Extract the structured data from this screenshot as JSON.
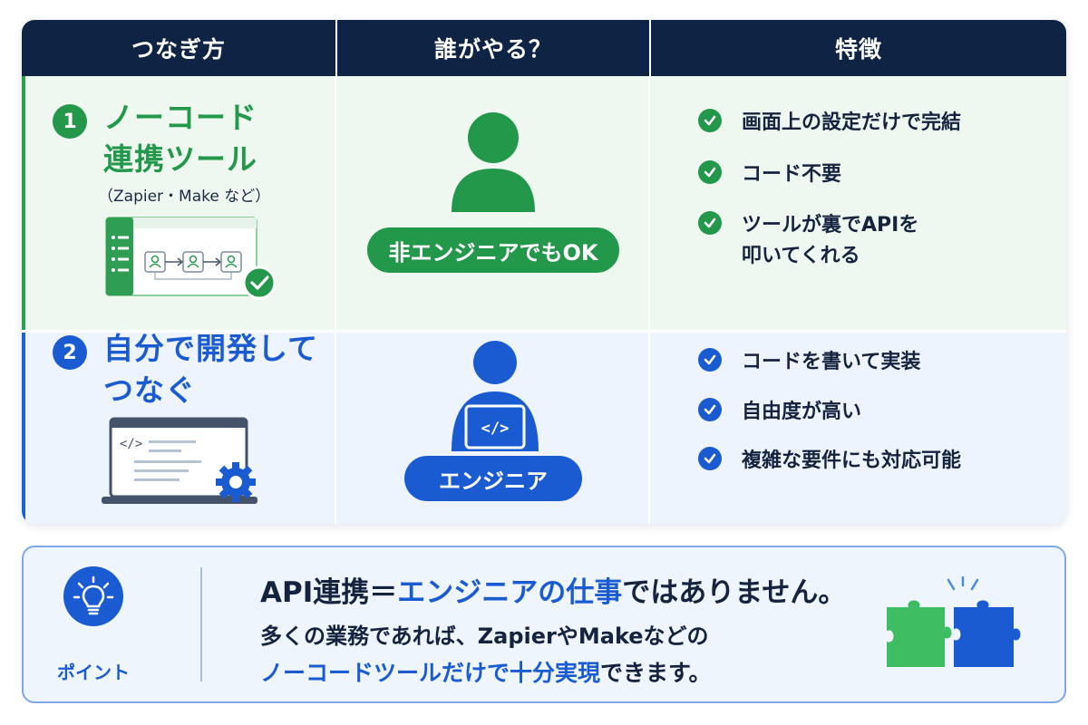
{
  "header": {
    "col1": "つなぎ方",
    "col2": "誰がやる？",
    "col3": "特徴"
  },
  "rows": [
    {
      "number": "1",
      "title_line1": "ノーコード",
      "title_line2": "連携ツール",
      "subtitle": "（Zapier・Make など）",
      "who": "非エンジニアでもOK",
      "features": [
        "画面上の設定だけで完結",
        "コード不要",
        "ツールが裏でAPIを\n叩いてくれる"
      ],
      "accent": "#23974a"
    },
    {
      "number": "2",
      "title_line1": "自分で開発して",
      "title_line2": "つなぐ",
      "who": "エンジニア",
      "code_symbol": "</>",
      "features": [
        "コードを書いて実装",
        "自由度が高い",
        "複雑な要件にも対応可能"
      ],
      "accent": "#1a5bd1"
    }
  ],
  "point": {
    "label": "ポイント",
    "line1_a": "API連携＝",
    "line1_highlight": "エンジニアの仕事",
    "line1_b": "ではありません。",
    "line2": "多くの業務であれば、ZapierやMakeなどの",
    "line3_highlight": "ノーコードツールだけで十分実現",
    "line3_b": "できます。"
  },
  "icons": {
    "row1_who": "person-icon",
    "row2_who": "developer-laptop-icon",
    "point": "lightbulb-icon",
    "puzzle": "puzzle-pieces-icon"
  },
  "colors": {
    "header_bg": "#0f2444",
    "green": "#23974a",
    "blue": "#1a5bd1",
    "row1_bg": "#eef8f0",
    "row2_bg": "#edf4fd"
  }
}
